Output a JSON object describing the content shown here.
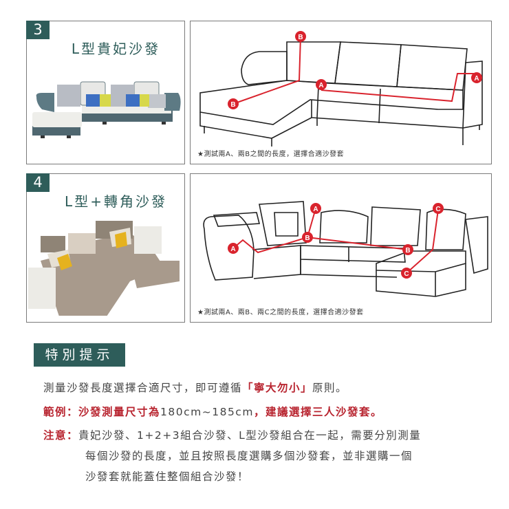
{
  "panels": [
    {
      "number": "3",
      "title": "L型貴妃沙發",
      "diagram_caption": "★測試兩A、兩B之間的長度，選擇合適沙發套",
      "markers": [
        "A",
        "A",
        "B",
        "B"
      ]
    },
    {
      "number": "4",
      "title": "L型+轉角沙發",
      "diagram_caption": "★測試兩A、兩B、兩C之間的長度，選擇合適沙發套",
      "markers": [
        "A",
        "A",
        "B",
        "B",
        "C",
        "C"
      ]
    }
  ],
  "tips": {
    "badge": "特別提示",
    "line1_a": "測量沙發長度選擇合適尺寸，即可遵循",
    "line1_b": "「寧大勿小」",
    "line1_c": "原則。",
    "example_label": "範例：",
    "example_a": "沙發測量尺寸為",
    "example_b": "180cm~185cm",
    "example_c": "，建議選擇三人沙發套。",
    "note_label": "注意：",
    "note_line1": "貴妃沙發、1+2+3組合沙發、L型沙發組合在一起，需要分別測量",
    "note_line2": "每個沙發的長度，並且按照長度選購多個沙發套，並非選購一個",
    "note_line3": "沙發套就能蓋住整個組合沙發！"
  },
  "colors": {
    "accent_green": "#2e5d5a",
    "accent_red": "#b8242f",
    "marker_red": "#d9232d"
  }
}
